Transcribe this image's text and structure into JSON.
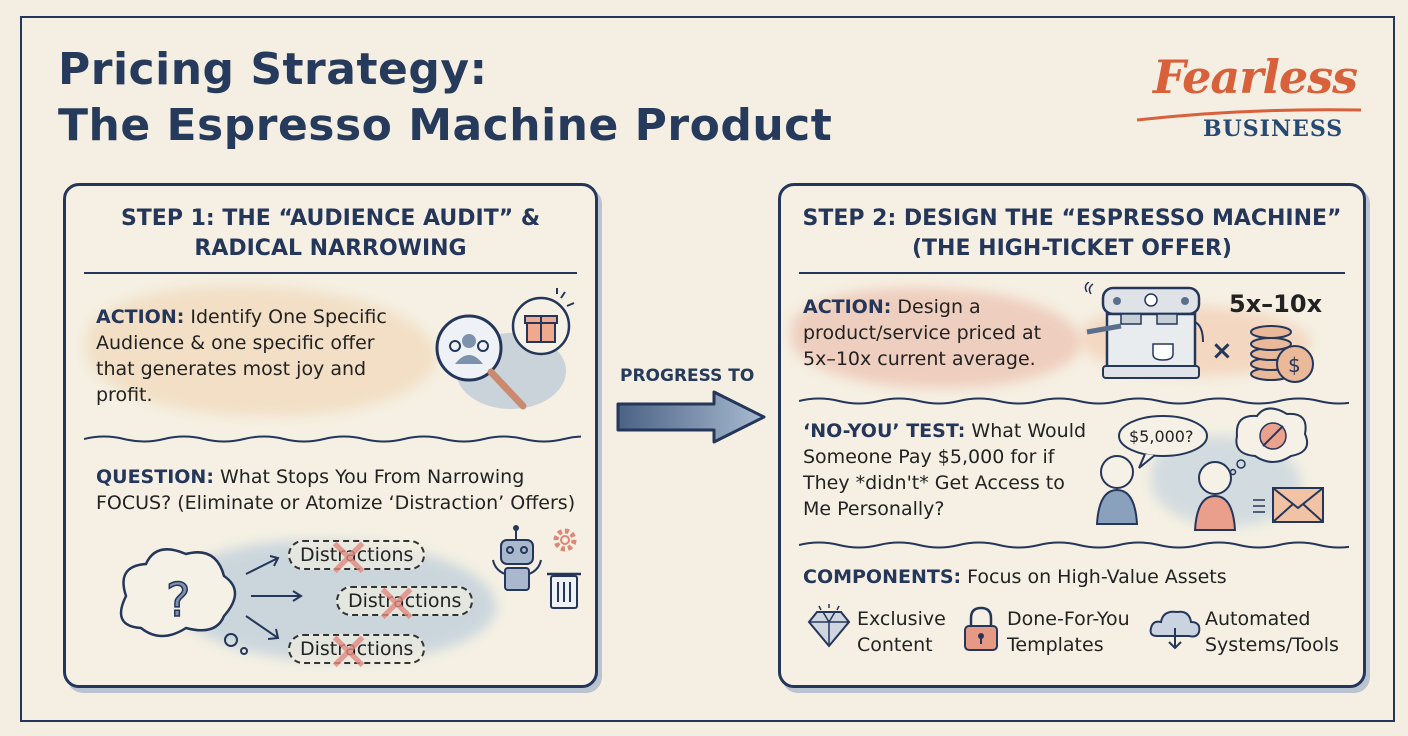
{
  "title": {
    "line1": "Pricing Strategy:",
    "line2": "The Espresso Machine Product"
  },
  "logo": {
    "script": "Fearless",
    "word": "BUSINESS",
    "script_color": "#d8603a",
    "word_color": "#264a73"
  },
  "connector": {
    "label": "PROGRESS TO",
    "icon": "right-arrow-icon"
  },
  "step1": {
    "heading_line1": "STEP 1: THE “AUDIENCE AUDIT” &",
    "heading_line2": "RADICAL NARROWING",
    "action": {
      "label": "ACTION:",
      "text": "Identify One Specific Audience & one specific offer that generates most joy and profit.",
      "icons": [
        "magnifier-audience-icon",
        "gift-icon"
      ]
    },
    "question": {
      "label": "QUESTION:",
      "text": "What Stops You From Narrowing FOCUS? (Eliminate or Atomize ‘Distraction’ Offers)"
    },
    "distractions": [
      "Distractions",
      "Distractions",
      "Distractions"
    ],
    "icons": [
      "thought-cloud-question-icon",
      "robot-icon",
      "gear-icon",
      "trash-icon"
    ]
  },
  "step2": {
    "heading_line1": "STEP 2: DESIGN THE “ESPRESSO MACHINE”",
    "heading_line2": "(THE HIGH-TICKET OFFER)",
    "action": {
      "label": "ACTION:",
      "text": "Design a product/service priced at 5x–10x current average.",
      "multiplier": "5x–10x",
      "times": "×",
      "icons": [
        "espresso-machine-icon",
        "coin-stack-icon"
      ]
    },
    "noyou": {
      "label": "‘NO-YOU’ TEST:",
      "text": "What Would Someone Pay $5,000 for if They *didn't* Get Access to Me Personally?",
      "bubble": "$5,000?",
      "icons": [
        "person-icon",
        "person-icon",
        "no-face-thought-icon",
        "envelope-icon"
      ]
    },
    "components": {
      "label": "COMPONENTS:",
      "text": "Focus on High-Value Assets",
      "items": [
        {
          "icon": "diamond-icon",
          "line1": "Exclusive",
          "line2": "Content"
        },
        {
          "icon": "lock-icon",
          "line1": "Done-For-You",
          "line2": "Templates"
        },
        {
          "icon": "cloud-download-icon",
          "line1": "Automated",
          "line2": "Systems/Tools"
        }
      ]
    }
  },
  "colors": {
    "navy": "#24365a",
    "coral": "#d8603a",
    "paper": "#f3eee1",
    "wash_blue": "#9fb6cf",
    "wash_peach": "#f0c9a8"
  }
}
